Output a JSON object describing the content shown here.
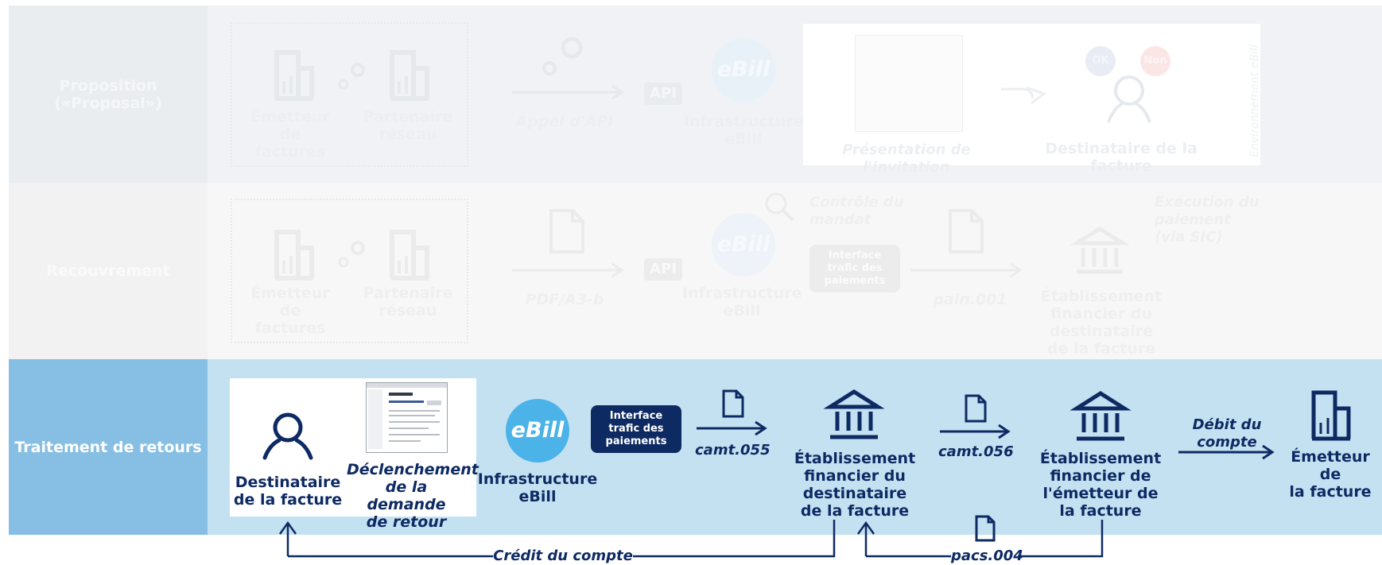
{
  "colors": {
    "navy": "#0e2a63",
    "ebill_blue": "#4cb3e8",
    "band_active": "#c4e1f2",
    "label_active": "#86bfe3",
    "band_inactive_1": "#f0f2f5",
    "band_inactive_2": "#f7f7f7",
    "faded": "#eceff2"
  },
  "rows": {
    "proposal": {
      "label": "Proposition\n(«Proposal»)"
    },
    "recouvrement": {
      "label": "Recouvrement"
    },
    "retours": {
      "label": "Traitement de retours"
    }
  },
  "proposal": {
    "issuer": "Émetteur de\nfactures",
    "partner": "Partenaire\nréseau",
    "api_call": "Appel d'API",
    "api_badge": "API",
    "ebill_logo": "eBill",
    "infrastructure": "Infrastructure\neBill",
    "invitation": "Présentation de l'invitation",
    "recipient": "Destinataire de la facture",
    "environment": "Environnement eBill",
    "btn_ok": "OK",
    "btn_non": "Non"
  },
  "recouvrement": {
    "issuer": "Émetteur de\nfactures",
    "partner": "Partenaire\nréseau",
    "pdf": "PDF/A3-b",
    "api_badge": "API",
    "ebill_logo": "eBill",
    "infrastructure": "Infrastructure\neBill",
    "mandate_check": "Contrôle du\nmandat",
    "payment_interface": "Interface\ntrafic des\npaiements",
    "pain": "pain.001",
    "bank": "Établissement\nfinancier du destinataire\nde la facture",
    "payment_exec": "Exécution du\npaiement\n(via SIC)"
  },
  "retours": {
    "recipient": "Destinataire\nde la facture",
    "trigger": "Déclenchement\nde la demande\nde retour",
    "ebill_logo": "eBill",
    "infrastructure": "Infrastructure\neBill",
    "payment_interface": "Interface\ntrafic des\npaiements",
    "camt055": "camt.055",
    "recipient_bank": "Établissement\nfinancier du destinataire\nde la facture",
    "camt056": "camt.056",
    "issuer_bank": "Établissement\nfinancier de l'émetteur de\nla facture",
    "debit": "Débit du compte",
    "issuer": "Émetteur de\nla facture",
    "credit": "Crédit du compte",
    "pacs": "pacs.004"
  },
  "icons": [
    "building-icon",
    "gear-icon",
    "api-icon",
    "person-icon",
    "document-icon",
    "bank-icon",
    "search-icon",
    "arrow-icon",
    "screenshot-thumbnail"
  ]
}
